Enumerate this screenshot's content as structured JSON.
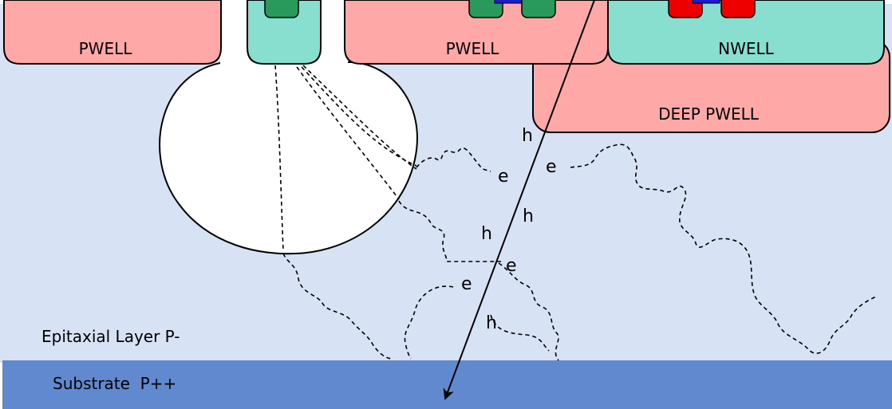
{
  "colors": {
    "epi_layer": "#d7e2f4",
    "substrate": "#6089cf",
    "pwell": "#ffa8a8",
    "nwell": "#88dfcf",
    "n_contact": "#2a9a5c",
    "p_contact": "#ee0000",
    "gate": "#1c1ccc",
    "depletion": "#ffffff",
    "outline": "#000000"
  },
  "labels": {
    "pwell_left": "PWELL",
    "pwell_mid": "PWELL",
    "nwell": "NWELL",
    "deep_pwell": "DEEP PWELL",
    "epitaxial": "Epitaxial Layer P-",
    "substrate": "Substrate  P++"
  },
  "carriers": {
    "electron": "e",
    "hole": "h"
  }
}
